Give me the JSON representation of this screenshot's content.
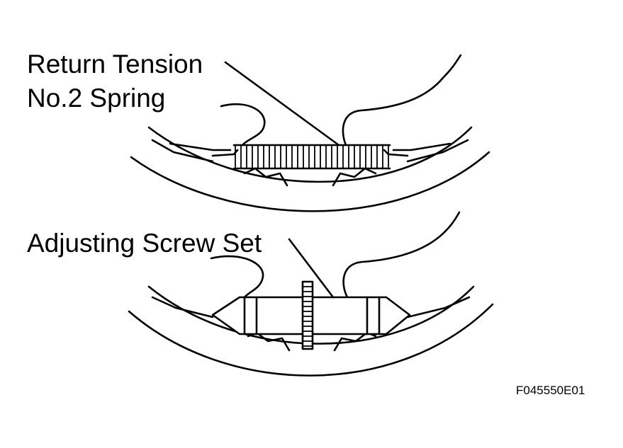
{
  "labels": {
    "spring_line1": "Return Tension",
    "spring_line2": "No.2 Spring",
    "adjuster": "Adjusting Screw Set",
    "figure_code": "F045550E01"
  },
  "colors": {
    "ink": "#000000",
    "paper": "#ffffff"
  }
}
